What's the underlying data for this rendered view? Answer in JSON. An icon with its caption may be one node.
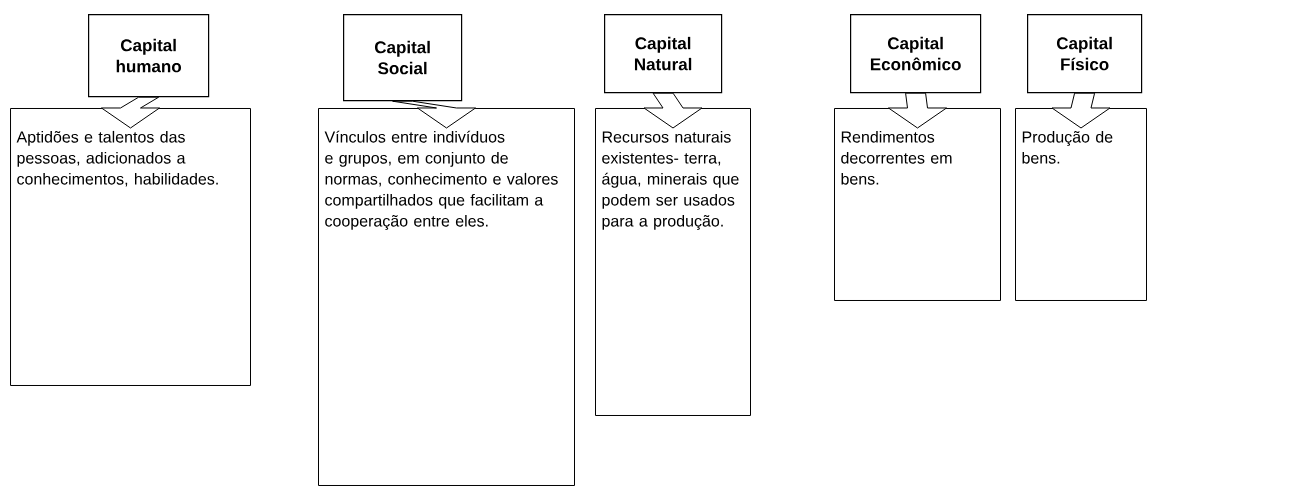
{
  "diagram": {
    "nodes": [
      {
        "text": [
          "Capital humano"
        ]
      },
      {
        "text": [
          "Aptidões e talentos das pessoas, adicionados a conhecimentos, habilidades."
        ]
      },
      {
        "text": [
          "Capital Social"
        ]
      },
      {
        "text": [
          "Vínculos entre indivíduos e grupos, em conjunto de normas, conhecimento e valores compartilhados que facilitam a cooperação entre eles."
        ]
      },
      {
        "text": [
          "Capital Natural"
        ]
      },
      {
        "text": [
          "Recursos naturais existentes- terra, água, minerais que podem ser usados para a produção."
        ]
      },
      {
        "text": [
          "Capital Econômico"
        ]
      },
      {
        "text": [
          "Rendimentos decorrentes em bens."
        ]
      },
      {
        "text": [
          "Capital Físico"
        ]
      },
      {
        "text": [
          "Produção de bens."
        ]
      }
    ],
    "edges": [
      {
        "from": 0,
        "to": 1,
        "arrow": "to"
      },
      {
        "from": 2,
        "to": 3,
        "arrow": "to"
      },
      {
        "from": 4,
        "to": 5,
        "arrow": "to"
      },
      {
        "from": 6,
        "to": 7,
        "arrow": "to"
      },
      {
        "from": 8,
        "to": 9,
        "arrow": "to"
      }
    ]
  }
}
